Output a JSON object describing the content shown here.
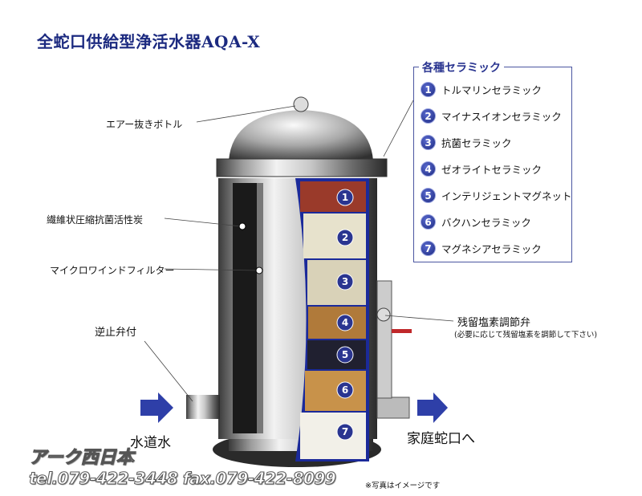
{
  "title": "全蛇口供給型浄活水器AQA-X",
  "labels": {
    "air_vent": "エアー抜きボトル",
    "carbon": "繊維状圧縮抗菌活性炭",
    "microwind": "マイクロワインドフィルター",
    "check_valve": "逆止弁付",
    "inlet": "水道水",
    "outlet": "家庭蛇口へ",
    "chlorine_valve": "残留塩素調節弁",
    "chlorine_note": "(必要に応じて残留塩素を調節して下さい)",
    "photo_note": "※写真はイメージです"
  },
  "legend": {
    "title": "各種セラミック",
    "items": [
      {
        "num": "1",
        "label": "トルマリンセラミック"
      },
      {
        "num": "2",
        "label": "マイナスイオンセラミック"
      },
      {
        "num": "3",
        "label": "抗菌セラミック"
      },
      {
        "num": "4",
        "label": "ゼオライトセラミック"
      },
      {
        "num": "5",
        "label": "インテリジェントマグネット"
      },
      {
        "num": "6",
        "label": "バクハンセラミック"
      },
      {
        "num": "7",
        "label": "マグネシアセラミック"
      }
    ]
  },
  "company": {
    "name": "アーク西日本",
    "contact": "tel.079-422-3448  fax.079-422-8099"
  },
  "colors": {
    "accent": "#1c2a80",
    "arrow": "#2e3fa8"
  }
}
